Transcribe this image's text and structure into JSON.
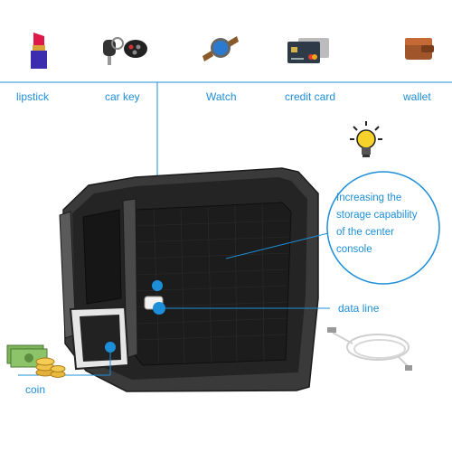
{
  "labels": {
    "lipstick": "lipstick",
    "car_key": "car key",
    "watch": "Watch",
    "credit_card": "credit card",
    "wallet": "wallet",
    "data_line": "data line",
    "coin": "coin"
  },
  "callout": {
    "line1": "Increasing the",
    "line2": "storage capability",
    "line3": "of the center",
    "line4": "console"
  },
  "icons": [
    "lipstick-icon",
    "car-key-icon",
    "watch-icon",
    "credit-card-icon",
    "wallet-icon",
    "light-bulb-icon",
    "usb-cable-icon",
    "coins-icon"
  ],
  "colors": {
    "accent": "#1d8fd8",
    "tray": "#2b2b2b"
  }
}
